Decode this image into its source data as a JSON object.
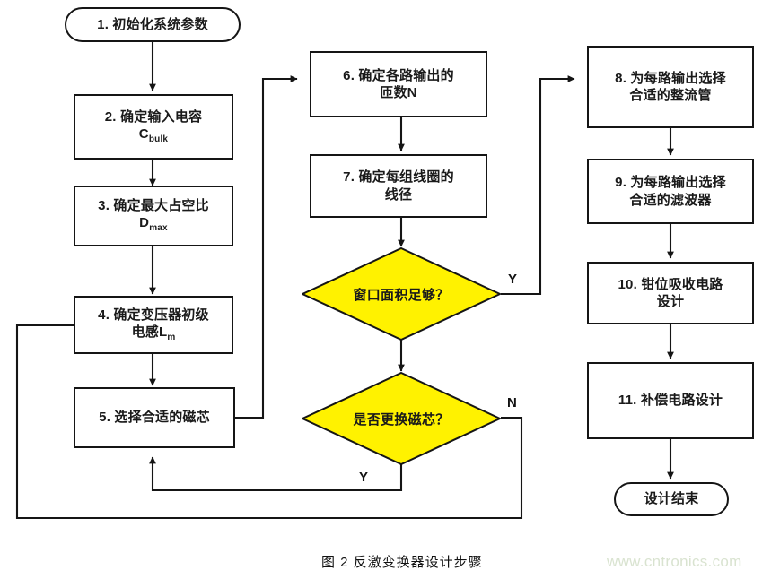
{
  "figure": {
    "caption": "图 2  反激变换器设计步骤",
    "watermark": "www.cntronics.com",
    "colors": {
      "decision_fill": "#FFF200",
      "stroke": "#151515",
      "background": "#FFFFFF",
      "watermark": "#D9E3D0"
    }
  },
  "nodes": {
    "start": {
      "text": "1. 初始化系统参数",
      "shape": "terminator"
    },
    "n2": {
      "line1": "2. 确定输入电容",
      "line2_main": "C",
      "line2_sub": "bulk",
      "shape": "process"
    },
    "n3": {
      "line1": "3. 确定最大占空比",
      "line2_main": "D",
      "line2_sub": "max",
      "shape": "process"
    },
    "n4": {
      "line1": "4. 确定变压器初级",
      "line2_main": "电感L",
      "line2_sub": "m",
      "shape": "process"
    },
    "n5": {
      "line1": "5. 选择合适的磁芯",
      "shape": "process"
    },
    "n6": {
      "line1": "6. 确定各路输出的",
      "line2": "匝数N",
      "shape": "process"
    },
    "n7": {
      "line1": "7. 确定每组线圈的",
      "line2": "线径",
      "shape": "process"
    },
    "d1": {
      "text": "窗口面积足够？",
      "shape": "decision"
    },
    "d2": {
      "text": "是否更换磁芯？",
      "shape": "decision"
    },
    "n8": {
      "line1": "8. 为每路输出选择",
      "line2": "合适的整流管",
      "shape": "process"
    },
    "n9": {
      "line1": "9. 为每路输出选择",
      "line2": "合适的滤波器",
      "shape": "process"
    },
    "n10": {
      "line1": "10. 钳位吸收电路",
      "line2": "设计",
      "shape": "process"
    },
    "n11": {
      "line1": "11. 补偿电路设计",
      "shape": "process"
    },
    "end": {
      "text": "设计结束",
      "shape": "terminator"
    }
  },
  "edge_labels": {
    "d1_yes": "Y",
    "d2_no": "N",
    "d2_yes": "Y"
  }
}
